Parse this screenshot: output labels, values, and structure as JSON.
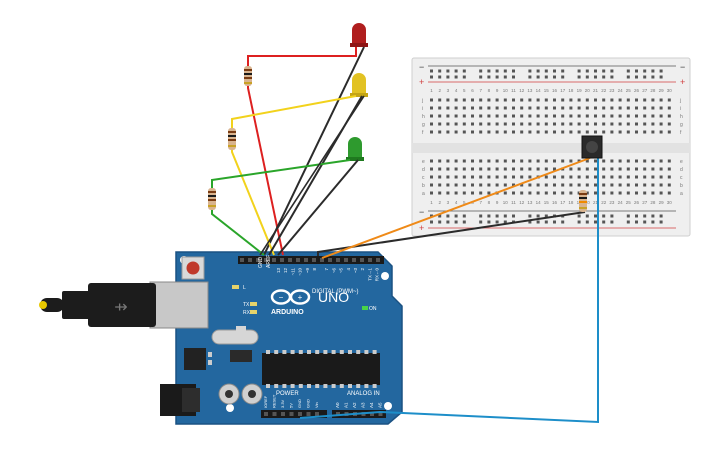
{
  "board": {
    "name": "UNO",
    "brand": "ARDUINO",
    "on_label": "ON",
    "digital_header_label": "DIGITAL (PWM~)",
    "power_header_label": "POWER",
    "analog_header_label": "ANALOG IN",
    "tx_label": "TX",
    "rx_label": "RX",
    "l_label": "L",
    "aref_label": "AREF",
    "gnd_label": "GND",
    "digital_pins": [
      "13",
      "12",
      "~11",
      "~10",
      "~9",
      "8",
      "7",
      "~6",
      "~5",
      "4",
      "~3",
      "2",
      "TX→1",
      "RX←0"
    ],
    "power_pins": [
      "IOREF",
      "RESET",
      "3.3V",
      "5V",
      "GND",
      "GND",
      "Vin"
    ],
    "analog_pins": [
      "A0",
      "A1",
      "A2",
      "A3",
      "A4",
      "A5"
    ]
  },
  "breadboard": {
    "rows_top": [
      "j",
      "i",
      "h",
      "g",
      "f"
    ],
    "rows_bottom": [
      "e",
      "d",
      "c",
      "b",
      "a"
    ],
    "columns": [
      "1",
      "2",
      "3",
      "4",
      "5",
      "6",
      "7",
      "8",
      "9",
      "10",
      "11",
      "12",
      "13",
      "14",
      "15",
      "16",
      "17",
      "18",
      "19",
      "20",
      "21",
      "22",
      "23",
      "24",
      "25",
      "26",
      "27",
      "28",
      "29",
      "30"
    ],
    "rail_minus": "−",
    "rail_plus": "+"
  },
  "components": {
    "leds": [
      {
        "color_name": "red",
        "color": "#b01e1e"
      },
      {
        "color_name": "yellow",
        "color": "#e2c223"
      },
      {
        "color_name": "green",
        "color": "#2e9a2e"
      }
    ],
    "resistor_count": 4,
    "button_count": 1
  },
  "colors": {
    "board": "#23679f",
    "board_dark": "#1b5283",
    "breadboard": "#efefef",
    "rail_red": "#d13f3f",
    "wire_red": "#dd2020",
    "wire_yellow": "#f2d21c",
    "wire_green": "#2aa52a",
    "wire_black": "#2b2b2b",
    "wire_orange": "#ef8a18",
    "wire_blue": "#1d8ec9",
    "usb": "#1c1c1c"
  }
}
